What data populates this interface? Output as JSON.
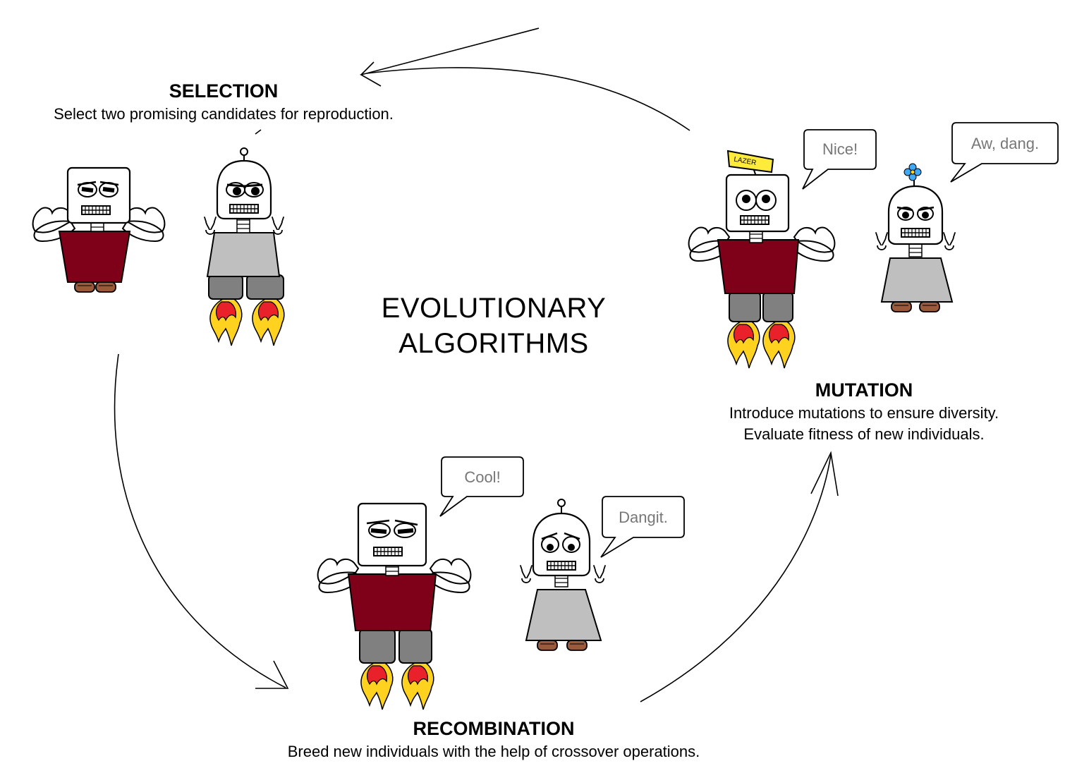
{
  "center_title": {
    "line1": "EVOLUTIONARY",
    "line2": "ALGORITHMS"
  },
  "stages": {
    "selection": {
      "title": "SELECTION",
      "description": "Select two promising candidates for reproduction."
    },
    "mutation": {
      "title": "MUTATION",
      "description_line1": "Introduce mutations to ensure diversity.",
      "description_line2": "Evaluate fitness of new individuals."
    },
    "recombination": {
      "title": "RECOMBINATION",
      "description": "Breed new individuals with the help of crossover operations."
    }
  },
  "speech_bubbles": {
    "mutation_strong": "Nice!",
    "mutation_weak": "Aw, dang.",
    "recombination_strong": "Cool!",
    "recombination_weak": "Dangit."
  },
  "sign_text": "LAZER",
  "colors": {
    "shirt": "#7f0019",
    "dress": "#bfbfbf",
    "legs": "#808080",
    "feet": "#9c5a3c",
    "flame_outer": "#ffd21f",
    "flame_inner": "#e8212b",
    "sign": "#ffeb3b",
    "flower": "#3fa9f5",
    "bubble_text": "#777777"
  }
}
